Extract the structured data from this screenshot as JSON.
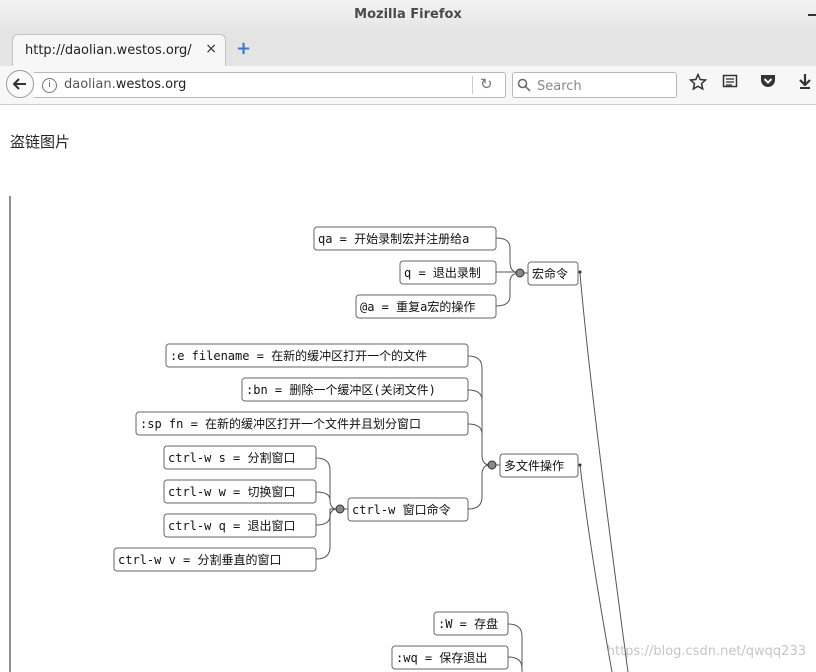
{
  "window": {
    "title": "Mozilla Firefox"
  },
  "tab": {
    "title": "http://daolian.westos.org/",
    "close": "×"
  },
  "newtab": "+",
  "nav": {
    "url_prefix": "daolian.",
    "url_host": "westos.org",
    "search_placeholder": "Search"
  },
  "page": {
    "heading": "盗链图片"
  },
  "mindmap": {
    "nodes": [
      {
        "id": "n1",
        "text": "qa = 开始录制宏并注册给a"
      },
      {
        "id": "n2",
        "text": "q = 退出录制"
      },
      {
        "id": "n3",
        "text": "@a = 重复a宏的操作"
      },
      {
        "id": "n4",
        "text": "宏命令"
      },
      {
        "id": "n5",
        "text": ":e filename = 在新的缓冲区打开一个的文件"
      },
      {
        "id": "n6",
        "text": ":bn = 删除一个缓冲区(关闭文件)"
      },
      {
        "id": "n7",
        "text": ":sp fn = 在新的缓冲区打开一个文件并且划分窗口"
      },
      {
        "id": "n8",
        "text": "多文件操作"
      },
      {
        "id": "n9",
        "text": "ctrl-w s = 分割窗口"
      },
      {
        "id": "n10",
        "text": "ctrl-w w = 切换窗口"
      },
      {
        "id": "n11",
        "text": "ctrl-w q = 退出窗口"
      },
      {
        "id": "n12",
        "text": "ctrl-w v = 分割垂直的窗口"
      },
      {
        "id": "n13",
        "text": "ctrl-w 窗口命令"
      },
      {
        "id": "n14",
        "text": ":W = 存盘"
      },
      {
        "id": "n15",
        "text": ":wq = 保存退出"
      }
    ]
  },
  "watermark": "https://blog.csdn.net/qwqq233"
}
